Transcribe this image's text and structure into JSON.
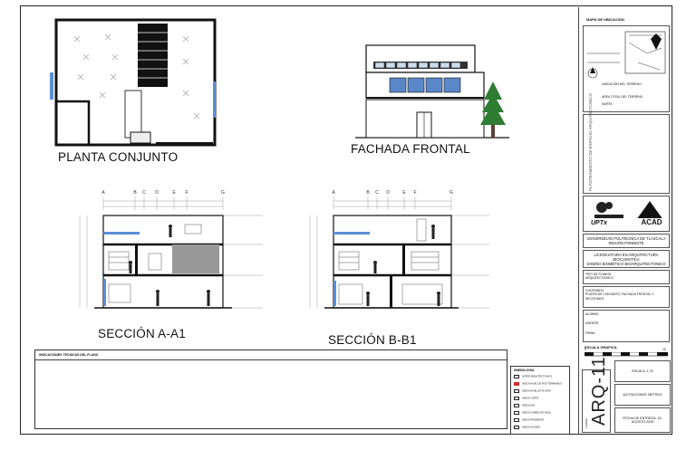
{
  "drawings": {
    "site_plan_title": "PLANTA CONJUNTO",
    "facade_title": "FACHADA FRONTAL",
    "section_a_title": "SECCIÓN  A-A1",
    "section_b_title": "SECCIÓN  B-B1",
    "axis_labels": [
      "A",
      "B",
      "C",
      "D",
      "E",
      "F",
      "G"
    ]
  },
  "notes": {
    "title": "INDICACIONES TECNICAS DEL PLANO"
  },
  "legend": {
    "title": "SIMBOLOGIA",
    "items": [
      "NORTE ARQUITECTONICO",
      "INDICA NIVEL DE PISO TERMINADO",
      "INDICA NIVEL EN PLANTA",
      "INDICA CORTE",
      "INDICA EJE",
      "INDICA CAMBIO DE NIVEL",
      "INDICA PENDIENTE",
      "INDICA ACCESO"
    ]
  },
  "title_block": {
    "location_map_title": "MAPA DE UBICACIÓN",
    "location_notes": [
      "UBICACIÓN DEL TERRENO",
      "AREA TOTAL DEL TERRENO",
      "NORTE"
    ],
    "rotated_project_text": "PLANTEAMIENTO DE ESPACIO ARQUITECTONICO",
    "logo_left": "UPTx",
    "logo_right": "ACAD",
    "university": "UNIVERSIDAD POLITECNICA DE TLAXCALA REGIÓN PONIENTE",
    "degree": "LICENCIATURA EN ARQUITECTURA BIOCLIMATICA",
    "subject": "DISEÑO BIOMÉTICO BIOARQUITECTONICO",
    "plan_type_label": "TIPO DE PLANOS",
    "plan_type_value": "ARQUITECTONICO",
    "content_label": "CONTENIDO",
    "content_value": "PLANTA DE CONJUNTO, FACHADA FRONTAL Y SECCIONES",
    "student_label": "ALUMNO",
    "advisor_label": "ASESOR",
    "signature_label": "FIRMA",
    "scale_graphic_label": "ESCALA  GRAFICA",
    "scale_ticks": [
      "0",
      "10"
    ],
    "sheet_label": "LAMINA",
    "sheet_id": "ARQ-11",
    "scale_text": "ESCALA: 1:75",
    "units_text": "ACOTACIONES: METROS",
    "date_text": "FECHA DE ENTREGA: 15-AGOSTO-2025"
  }
}
